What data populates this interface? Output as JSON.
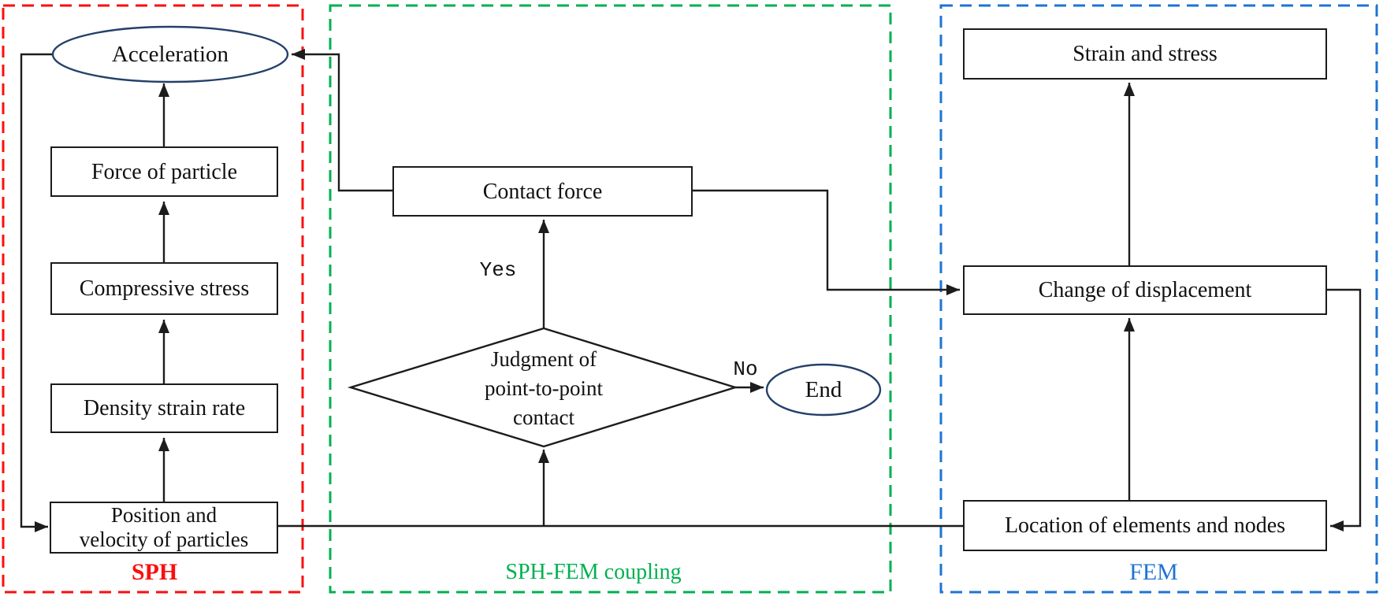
{
  "sections": {
    "sph": {
      "label": "SPH"
    },
    "coupling": {
      "label": "SPH-FEM coupling"
    },
    "fem": {
      "label": "FEM"
    }
  },
  "nodes": {
    "acceleration": {
      "label": "Acceleration",
      "shape": "ellipse"
    },
    "force_of_particle": {
      "label": "Force of particle",
      "shape": "rect"
    },
    "compressive_stress": {
      "label": "Compressive stress",
      "shape": "rect"
    },
    "density_strain_rate": {
      "label": "Density strain rate",
      "shape": "rect"
    },
    "position_velocity": {
      "label": "Position and\nvelocity of particles",
      "shape": "rect"
    },
    "contact_force": {
      "label": "Contact force",
      "shape": "rect"
    },
    "judgment": {
      "label": "Judgment of\npoint-to-point\ncontact",
      "shape": "diamond"
    },
    "end": {
      "label": "End",
      "shape": "ellipse"
    },
    "strain_stress": {
      "label": "Strain and stress",
      "shape": "rect"
    },
    "change_displacement": {
      "label": "Change of displacement",
      "shape": "rect"
    },
    "location_elements": {
      "label": "Location of elements and nodes",
      "shape": "rect"
    }
  },
  "edge_labels": {
    "yes": "Yes",
    "no": "No"
  },
  "colors": {
    "line": "#1c1c1c",
    "ellipse_stroke": "#24406b",
    "sph": "#fa0f0f",
    "coupling": "#00b050",
    "fem": "#1e74d2"
  }
}
